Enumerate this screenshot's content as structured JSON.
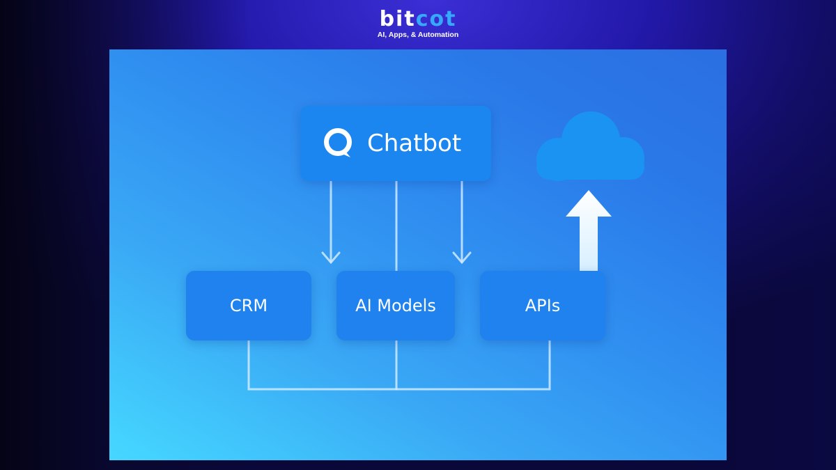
{
  "logo": {
    "word_part1": "bit",
    "word_part2": "cot",
    "tagline": "AI, Apps, & Automation"
  },
  "diagram": {
    "top_node": {
      "label": "Chatbot",
      "icon": "chat-bubble-icon"
    },
    "nodes": [
      {
        "label": "CRM"
      },
      {
        "label": "AI Models"
      },
      {
        "label": "APIs"
      }
    ],
    "decorations": [
      "cloud-icon",
      "up-arrow-icon"
    ]
  },
  "colors": {
    "logo_accent": "#36a8ff",
    "node_fill": "#1f82ee",
    "connector": "#cfeaff"
  }
}
